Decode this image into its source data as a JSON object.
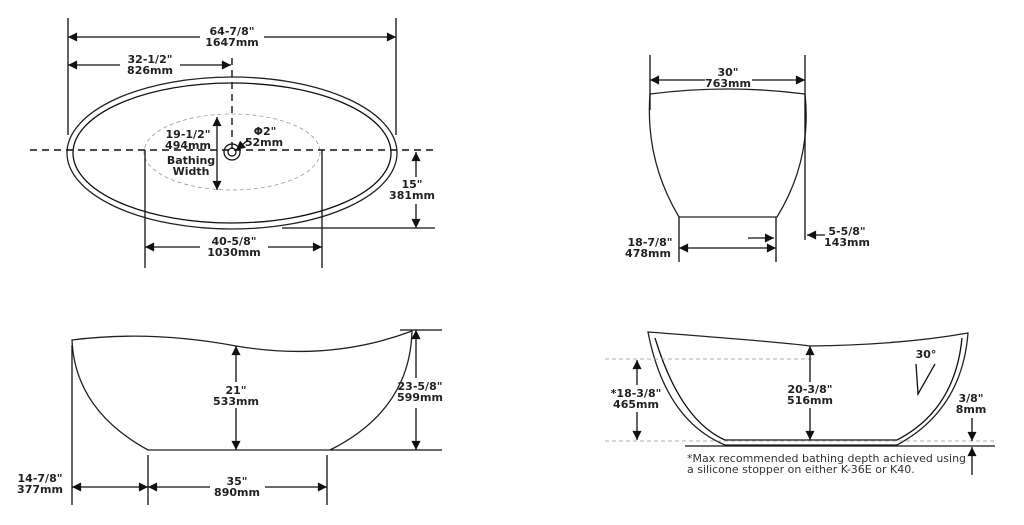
{
  "top_view": {
    "overall_length": [
      "64-7/8\"",
      "1647mm"
    ],
    "drain_offset": [
      "32-1/2\"",
      "826mm"
    ],
    "bathing_width": [
      "19-1/2\"",
      "494mm",
      "Bathing",
      "Width"
    ],
    "drain_diameter": [
      "Φ2\"",
      "52mm"
    ],
    "centerline_to_edge": [
      "15\"",
      "381mm"
    ],
    "bathing_length": [
      "40-5/8\"",
      "1030mm"
    ]
  },
  "end_view": {
    "width": [
      "30\"",
      "763mm"
    ],
    "base_width": [
      "18-7/8\"",
      "478mm"
    ],
    "offset": [
      "5-5/8\"",
      "143mm"
    ]
  },
  "side_view": {
    "interior_depth": [
      "21\"",
      "533mm"
    ],
    "overall_height": [
      "23-5/8\"",
      "599mm"
    ],
    "base_length": [
      "35\"",
      "890mm"
    ],
    "end_offset": [
      "14-7/8\"",
      "377mm"
    ]
  },
  "section_view": {
    "bathing_depth": [
      "*18-3/8\"",
      "465mm"
    ],
    "depth": [
      "20-3/8\"",
      "516mm"
    ],
    "angle": "30°",
    "base_clearance": [
      "3/8\"",
      "8mm"
    ],
    "footnote": [
      "*Max recommended bathing depth achieved using",
      "a silicone stopper on either K-36E or K40."
    ]
  }
}
